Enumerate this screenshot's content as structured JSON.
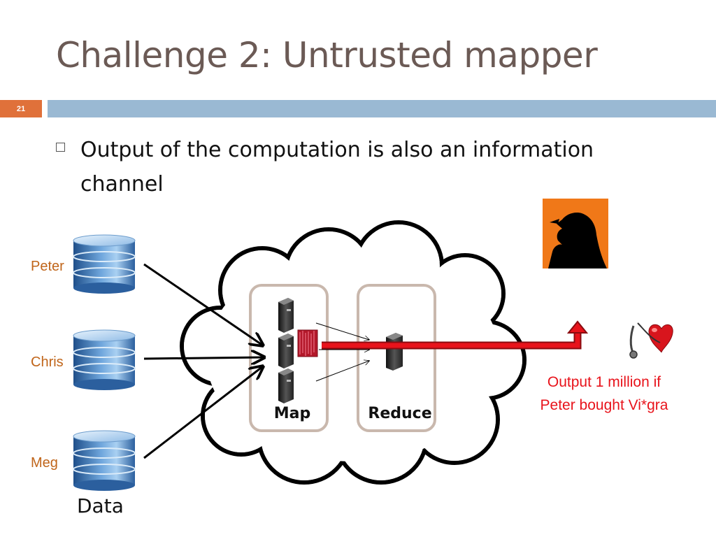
{
  "slide": {
    "title": "Challenge 2: Untrusted mapper",
    "number": "21",
    "bullet": "Output of the computation is also an information channel"
  },
  "diagram": {
    "data_sources": [
      "Peter",
      "Chris",
      "Meg"
    ],
    "data_label": "Data",
    "map_label": "Map",
    "reduce_label": "Reduce",
    "output_label_line1": "Output 1 million if",
    "output_label_line2": "Peter bought Vi*gra"
  },
  "colors": {
    "accent_orange": "#e0713a",
    "header_blue": "#9ab9d3",
    "leak_red": "#e8131b",
    "name_orange": "#c0651a"
  },
  "icons": [
    "database-icon",
    "server-icon",
    "malicious-code-icon",
    "spy-silhouette-icon",
    "stethoscope-heart-icon"
  ]
}
